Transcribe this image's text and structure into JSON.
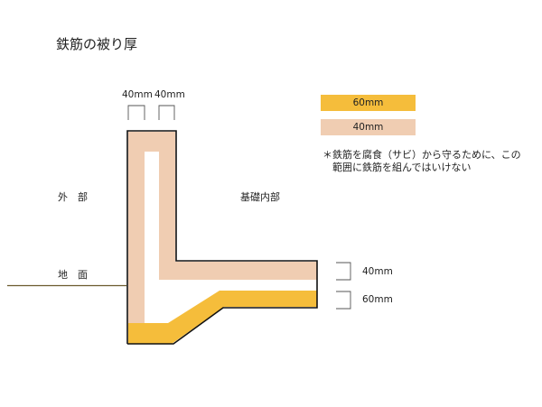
{
  "title": "鉄筋の被り厚",
  "colors": {
    "cover_60": "#f5bd3b",
    "cover_40": "#f0cdb2",
    "outline": "#111111",
    "ground_line": "#6b5a2e"
  },
  "top_dims": {
    "left": "40mm",
    "right": "40mm"
  },
  "side_dims": {
    "upper": "40mm",
    "lower": "60mm"
  },
  "labels": {
    "outside": "外　部",
    "inside": "基礎内部",
    "ground": "地　面"
  },
  "legend": [
    {
      "label": "60mm",
      "color_key": "cover_60"
    },
    {
      "label": "40mm",
      "color_key": "cover_40"
    }
  ],
  "note": "＊鉄筋を腐食（サビ）から守るために、この\n　範囲に鉄筋を組んではいけない"
}
